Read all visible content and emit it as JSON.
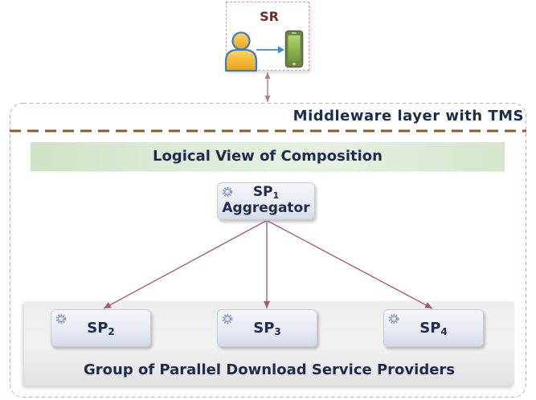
{
  "requester": {
    "label": "SR"
  },
  "middleware": {
    "label": "Middleware layer with TMS"
  },
  "composition": {
    "label": "Logical View of Composition"
  },
  "aggregator": {
    "name": "SP",
    "sub": "1",
    "role": "Aggregator"
  },
  "providers": [
    {
      "name": "SP",
      "sub": "2"
    },
    {
      "name": "SP",
      "sub": "3"
    },
    {
      "name": "SP",
      "sub": "4"
    }
  ],
  "provider_group": {
    "label": "Group of Parallel Download Service Providers"
  },
  "icons": {
    "requester": "user-icon",
    "device": "mobile-phone-icon",
    "service_node": "gear-icon"
  },
  "colors": {
    "title_text": "#1f2b4d",
    "sr_text": "#6e2b2b",
    "connector": "#a65670",
    "link_arrow": "#b77a8b",
    "layer_divider": "#8e5a27",
    "request_arrow": "#3f86d6"
  }
}
